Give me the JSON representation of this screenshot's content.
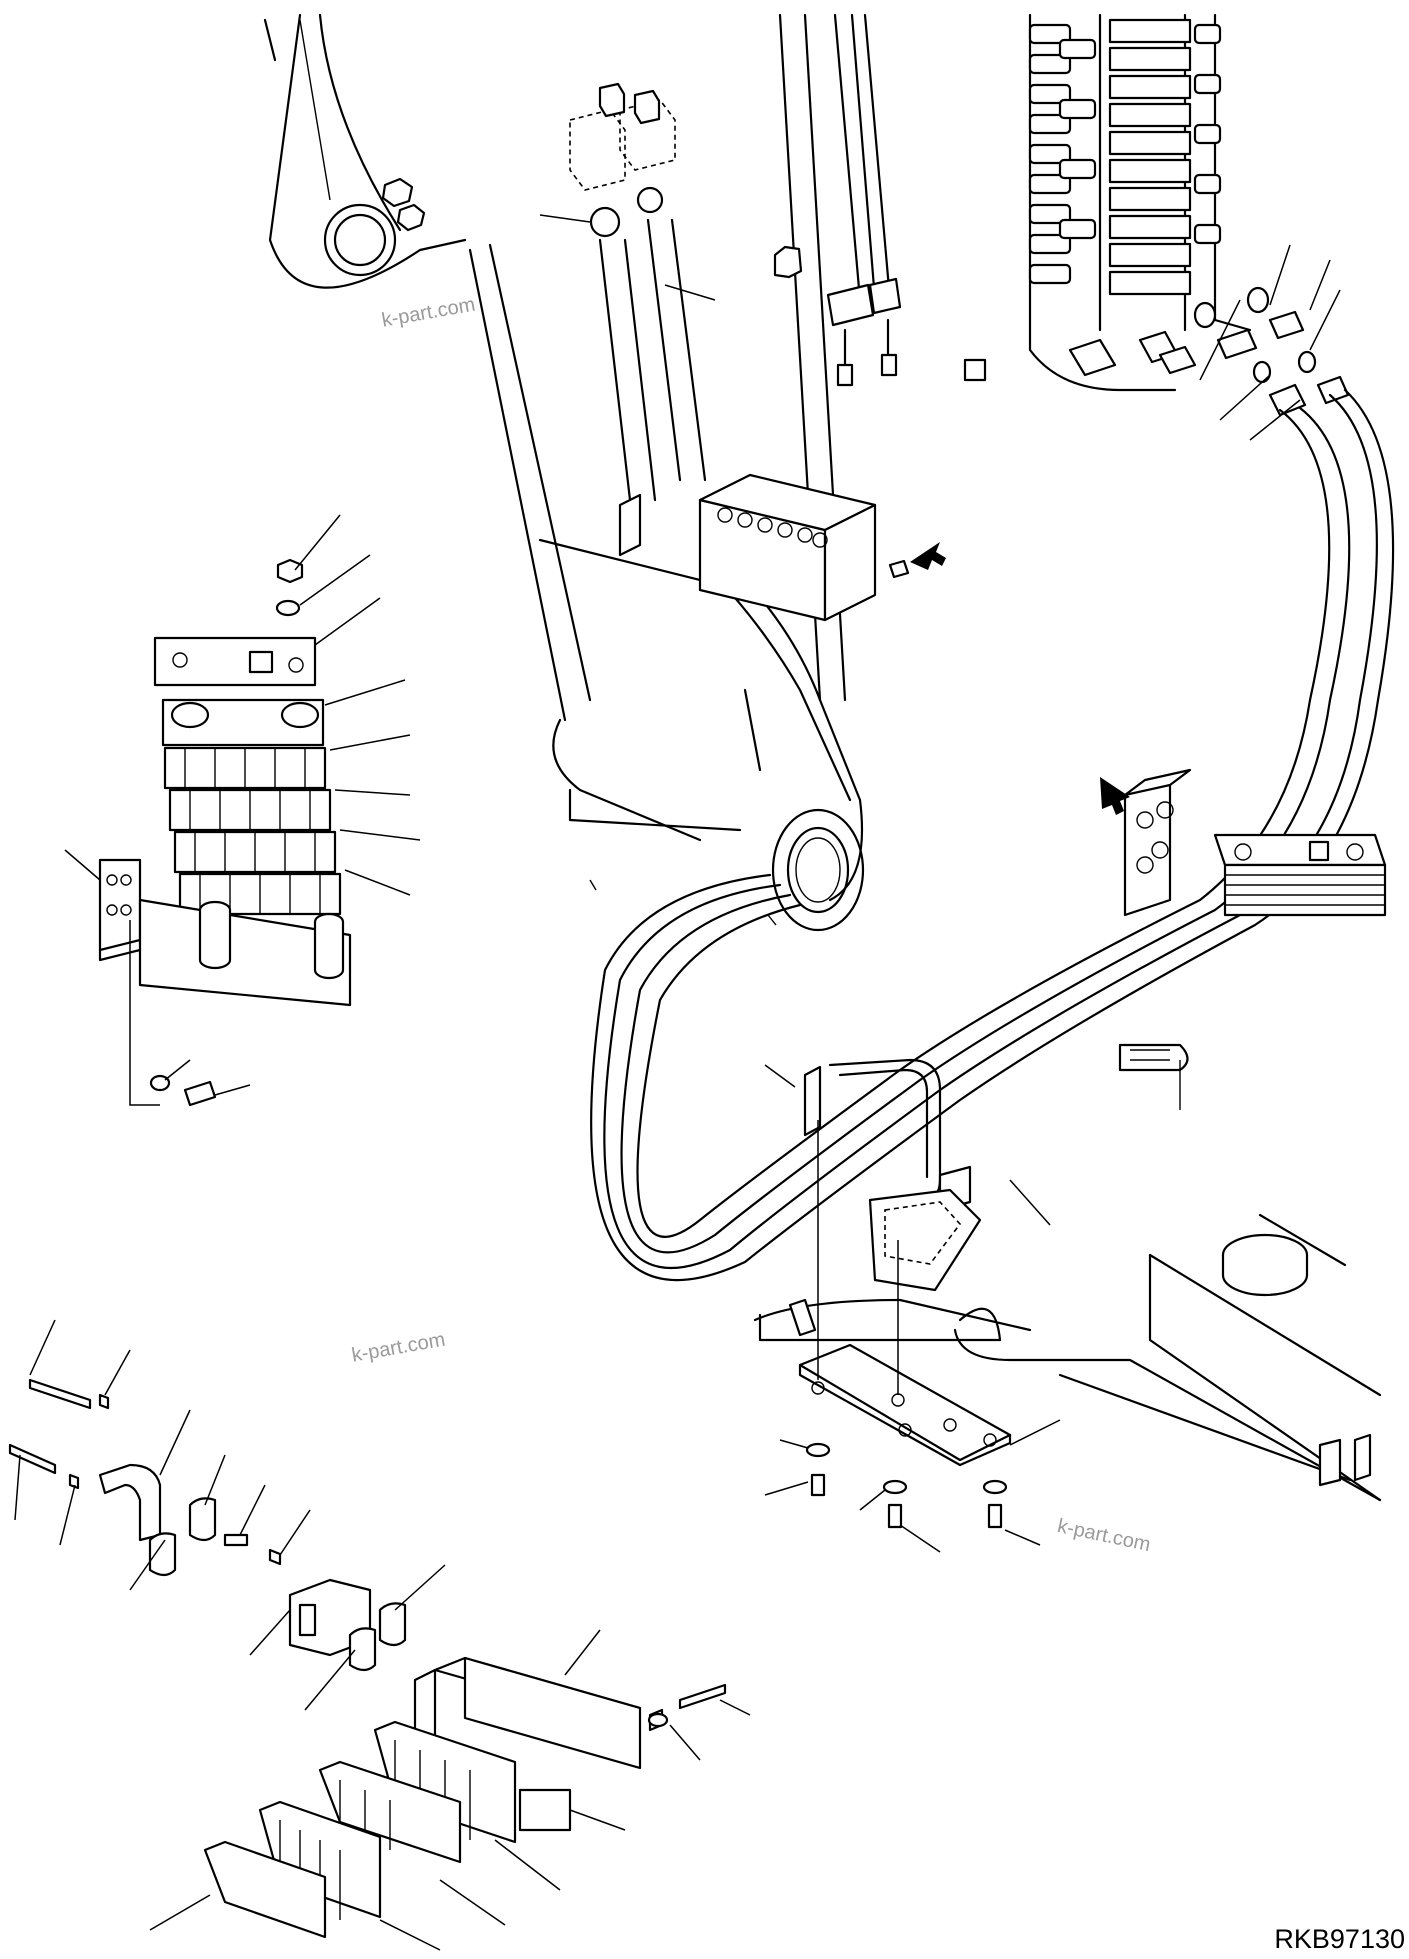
{
  "drawing": {
    "code": "RKB97130",
    "watermarks": [
      "k-part.com",
      "k-part.com",
      "k-part.com"
    ]
  }
}
